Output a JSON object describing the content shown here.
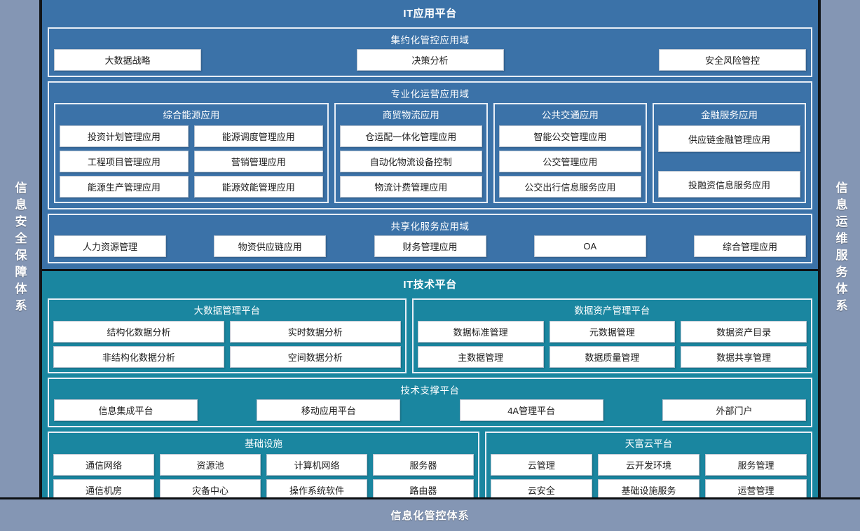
{
  "rails": {
    "left_label": "信息安全保障体系",
    "right_label": "信息运维服务体系"
  },
  "bottom": {
    "label": "信息化管控体系"
  },
  "colors": {
    "app_platform_bg": "#3b72a8",
    "tech_platform_bg": "#1a86a0",
    "rail_bg": "#8496b4",
    "chip_bg": "#ffffff",
    "border": "#e8eef6"
  },
  "app_platform": {
    "title": "IT应用平台",
    "bands": [
      {
        "title": "集约化管控应用域",
        "layout": "spread",
        "chips": [
          "大数据战略",
          "决策分析",
          "安全风险管控"
        ]
      },
      {
        "title": "专业化运营应用域",
        "layout": "groups",
        "groups": [
          {
            "title": "综合能源应用",
            "columns": 2,
            "chips": [
              "投资计划管理应用",
              "能源调度管理应用",
              "工程项目管理应用",
              "营销管理应用",
              "能源生产管理应用",
              "能源效能管理应用"
            ]
          },
          {
            "title": "商贸物流应用",
            "columns": 1,
            "chips": [
              "仓运配一体化管理应用",
              "自动化物流设备控制",
              "物流计费管理应用"
            ]
          },
          {
            "title": "公共交通应用",
            "columns": 1,
            "chips": [
              "智能公交管理应用",
              "公交管理应用",
              "公交出行信息服务应用"
            ]
          },
          {
            "title": "金融服务应用",
            "columns": 1,
            "chips": [
              "供应链金融管理应用",
              "",
              "投融资信息服务应用"
            ]
          }
        ]
      },
      {
        "title": "共享化服务应用域",
        "layout": "spread",
        "chips": [
          "人力资源管理",
          "物资供应链应用",
          "财务管理应用",
          "OA",
          "综合管理应用"
        ]
      }
    ]
  },
  "tech_platform": {
    "title": "IT技术平台",
    "bands": [
      {
        "title": "",
        "layout": "groups",
        "groups": [
          {
            "title": "大数据管理平台",
            "columns": 2,
            "chips": [
              "结构化数据分析",
              "实时数据分析",
              "非结构化数据分析",
              "空间数据分析"
            ]
          },
          {
            "title": "数据资产管理平台",
            "columns": 3,
            "chips": [
              "数据标准管理",
              "元数据管理",
              "数据资产目录",
              "主数据管理",
              "数据质量管理",
              "数据共享管理"
            ]
          }
        ]
      },
      {
        "title": "技术支撑平台",
        "layout": "spread",
        "chips": [
          "信息集成平台",
          "移动应用平台",
          "4A管理平台",
          "外部门户"
        ]
      },
      {
        "title": "",
        "layout": "groups",
        "groups": [
          {
            "title": "基础设施",
            "columns": 4,
            "chips": [
              "通信网络",
              "资源池",
              "计算机网络",
              "服务器",
              "通信机房",
              "灾备中心",
              "操作系统软件",
              "路由器"
            ]
          },
          {
            "title": "天富云平台",
            "columns": 3,
            "chips": [
              "云管理",
              "云开发环境",
              "服务管理",
              "云安全",
              "基础设施服务",
              "运营管理"
            ]
          }
        ]
      }
    ]
  }
}
